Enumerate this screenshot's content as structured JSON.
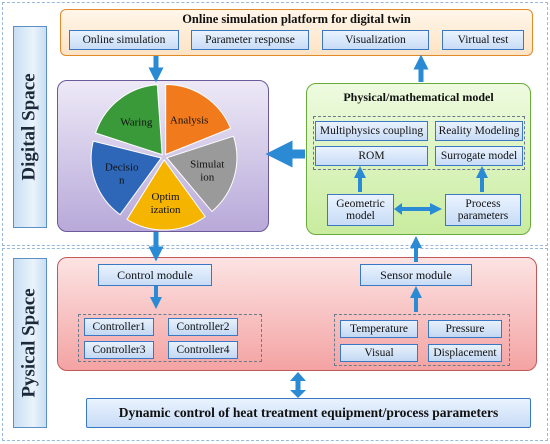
{
  "digital_space_label": "Digital Space",
  "physical_space_label": "Pysical Space",
  "platform": {
    "title": "Online simulation platform for digital twin",
    "items": [
      "Online simulation",
      "Parameter response",
      "Visualization",
      "Virtual test"
    ]
  },
  "cycle": {
    "segments": [
      {
        "label": "Waring",
        "color": "#3a9a3a"
      },
      {
        "label": "Analysis",
        "color": "#f07a1c"
      },
      {
        "label": "Simulat ion",
        "color": "#9a9a9a"
      },
      {
        "label": "Optim ization",
        "color": "#f4b400"
      },
      {
        "label": "Decisio n",
        "color": "#2e67b8"
      }
    ]
  },
  "model": {
    "title": "Physical/mathematical model",
    "items": [
      "Multiphysics coupling",
      "Reality Modeling",
      "ROM",
      "Surrogate model"
    ],
    "geometric": "Geometric model",
    "process": "Process parameters"
  },
  "control": {
    "title": "Control module",
    "controllers": [
      "Controller1",
      "Controller2",
      "Controller3",
      "Controller4"
    ]
  },
  "sensor": {
    "title": "Sensor module",
    "items": [
      "Temperature",
      "Pressure",
      "Visual",
      "Displacement"
    ]
  },
  "bottom_bar": "Dynamic control of heat treatment equipment/process parameters",
  "colors": {
    "arrow": "#2a8ad4",
    "physical_bg_top": "#f7c8c8",
    "physical_bg_bottom": "#f39a9a",
    "model_bg": "#d6f2b8",
    "cycle_bg": "#b5a7d4"
  }
}
